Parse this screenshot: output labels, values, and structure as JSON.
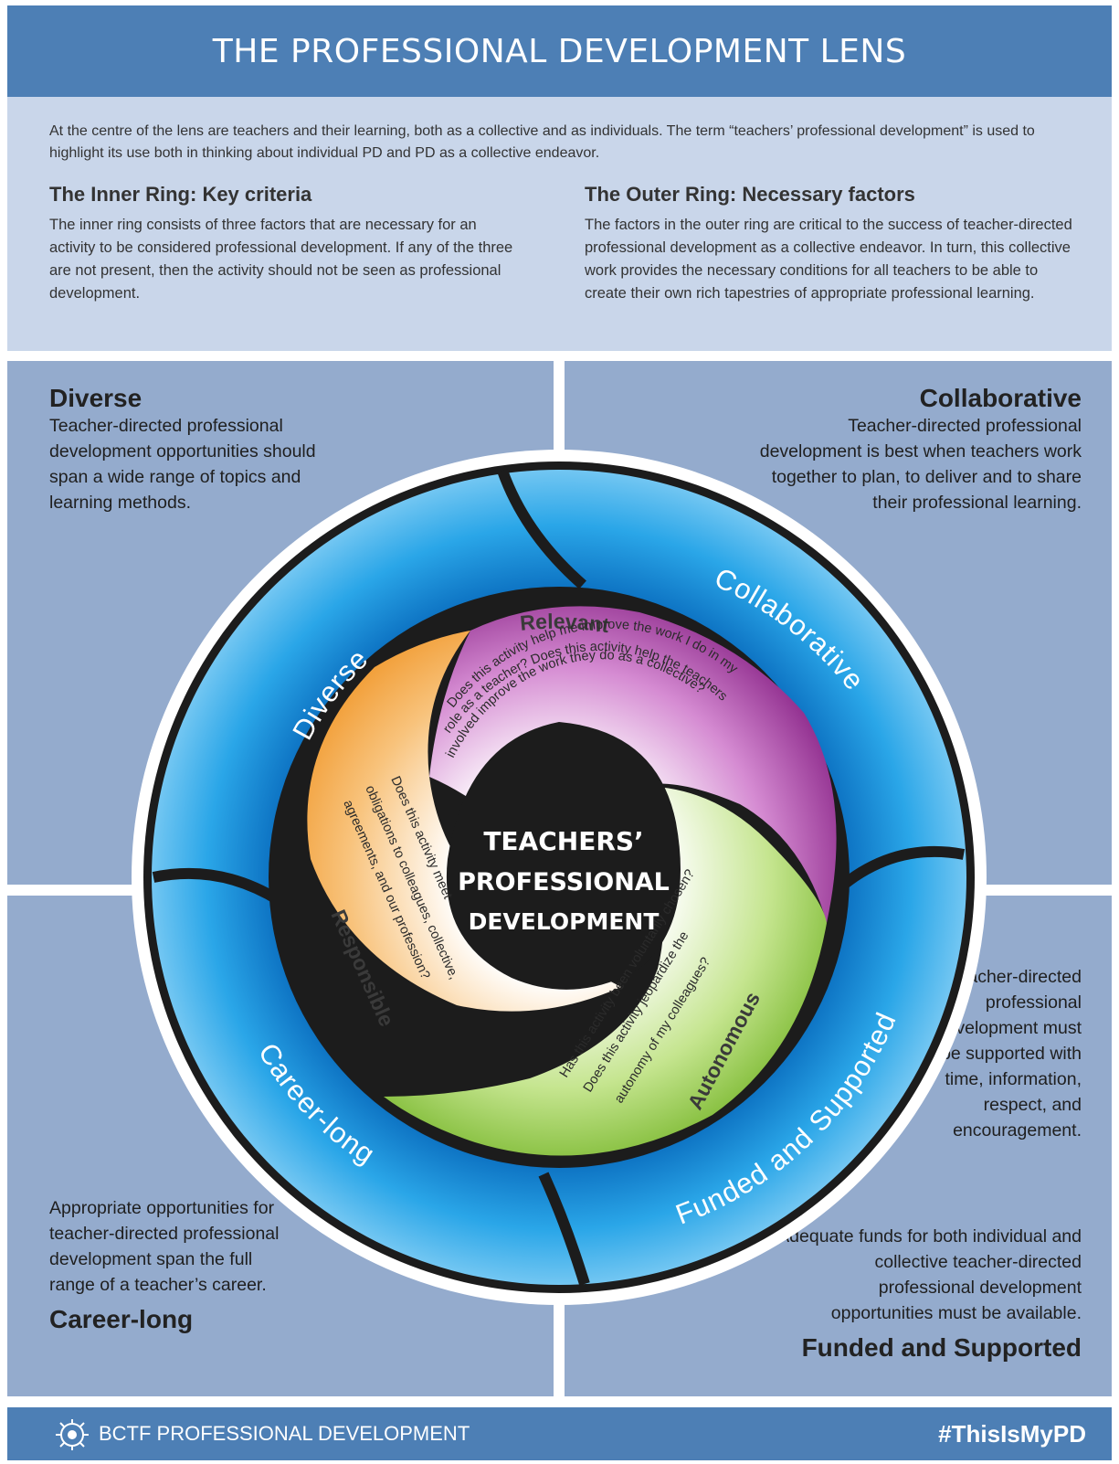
{
  "header": {
    "title": "THE PROFESSIONAL DEVELOPMENT LENS"
  },
  "intro": {
    "lead": "At the centre of the lens are teachers and their learning, both as a collective and as individuals. The term “teachers’ professional development” is used to highlight its use both in thinking about individual PD and PD as a collective endeavor.",
    "inner": {
      "heading": "The Inner Ring: Key criteria",
      "body": "The inner ring consists of three factors that are necessary for an activity to be considered professional development. If any of the three are not present, then the activity should not be seen as professional development."
    },
    "outer": {
      "heading": "The Outer Ring: Necessary factors",
      "body": "The factors in the outer ring are critical to the success of teacher-directed professional development as a collective endeavor. In turn, this collective work provides the necessary conditions for all teachers to be able to create their own rich tapestries of appropriate professional learning."
    }
  },
  "corners": {
    "diverse": {
      "heading": "Diverse",
      "body": "Teacher-directed professional development opportunities should span a wide range of topics and learning methods."
    },
    "collaborative": {
      "heading": "Collaborative",
      "body": "Teacher-directed professional development is best when teachers work together to plan, to deliver and to share their professional learning."
    },
    "career": {
      "heading": "Career-long",
      "body": "Appropriate opportunities for teacher-directed professional development span the full range of a teacher’s career."
    },
    "funded": {
      "heading": "Funded and Supported",
      "body1": "Teacher-directed professional development must be supported with time, information, respect, and encouragement.",
      "body2": "Adequate funds for both individual and collective teacher-directed professional development opportunities must be available."
    }
  },
  "outer_ring": {
    "diverse": "Diverse",
    "collaborative": "Collaborative",
    "career": "Career-long",
    "funded": "Funded and Supported"
  },
  "inner_ring": {
    "relevant": {
      "title": "Relevant",
      "q1": "Does this activity help me improve the work I do in my",
      "q2": "role as a teacher? Does this activity help the teachers",
      "q3": "involved improve the work they do as a collective?"
    },
    "responsible": {
      "title": "Responsible",
      "q1": "Does this activity meet",
      "q2": "obligations to colleagues, collective,",
      "q3": "agreements, and our profession?"
    },
    "autonomous": {
      "title": "Autonomous",
      "q1": "Has this activity been voluntarily chosen?",
      "q2": "Does this activity jeopardize the",
      "q3": "autonomy of my colleagues?"
    }
  },
  "core": {
    "line1": "TEACHERS’",
    "line2": "PROFESSIONAL",
    "line3": "DEVELOPMENT"
  },
  "footer": {
    "brand": "BCTF PROFESSIONAL DEVELOPMENT",
    "hashtag": "#ThisIsMyPD"
  },
  "colors": {
    "header_blue": "#4d7fb5",
    "intro_bg": "#c9d6ea",
    "quadrant_bg": "#94abcd",
    "ring_blue": "#1a8fd8",
    "relevant": "#a33aa0",
    "responsible": "#f4a23a",
    "autonomous": "#8cc63f"
  }
}
